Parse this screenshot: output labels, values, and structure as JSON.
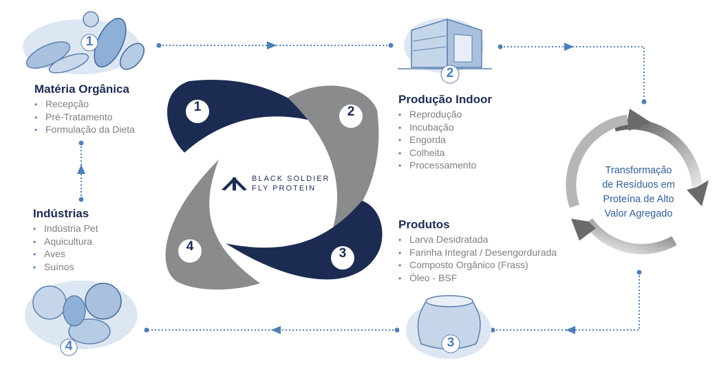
{
  "colors": {
    "navy": "#1c2b52",
    "gray": "#8a8b8d",
    "accent": "#4f7fb7",
    "text": "#7f7f7f",
    "illustration": "#c3d4e8"
  },
  "logo": {
    "line1": "BLACK SOLDIER",
    "line2": "FLY PROTEIN",
    "icon": "fly-logo-icon"
  },
  "pinwheel": {
    "labels": [
      "1",
      "2",
      "3",
      "4"
    ]
  },
  "illustrations": [
    {
      "name": "vegetables-illustration",
      "number": "1"
    },
    {
      "name": "factory-illustration",
      "number": "2"
    },
    {
      "name": "sack-illustration",
      "number": "3"
    },
    {
      "name": "animals-illustration",
      "number": "4"
    }
  ],
  "sections": {
    "materia": {
      "title": "Matéria Orgânica",
      "items": [
        "Recepção",
        "Pré-Tratamento",
        "Formulação da Dieta"
      ]
    },
    "producao": {
      "title": "Produção Indoor",
      "items": [
        "Reprodução",
        "Incubação",
        "Engorda",
        "Colheita",
        "Processamento"
      ]
    },
    "produtos": {
      "title": "Produtos",
      "items": [
        "Larva Desidratada",
        "Farinha Integral / Desengordurada",
        "Composto Orgânico (Frass)",
        "Óleo - BSF"
      ]
    },
    "industrias": {
      "title": "Indústrias",
      "items": [
        "Indústria Pet",
        "Aquicultura",
        "Aves",
        "Suínos"
      ]
    }
  },
  "cycle": {
    "lines": [
      "Transformação",
      "de Resíduos em",
      "Proteína de Alto",
      "Valor Agregado"
    ]
  }
}
